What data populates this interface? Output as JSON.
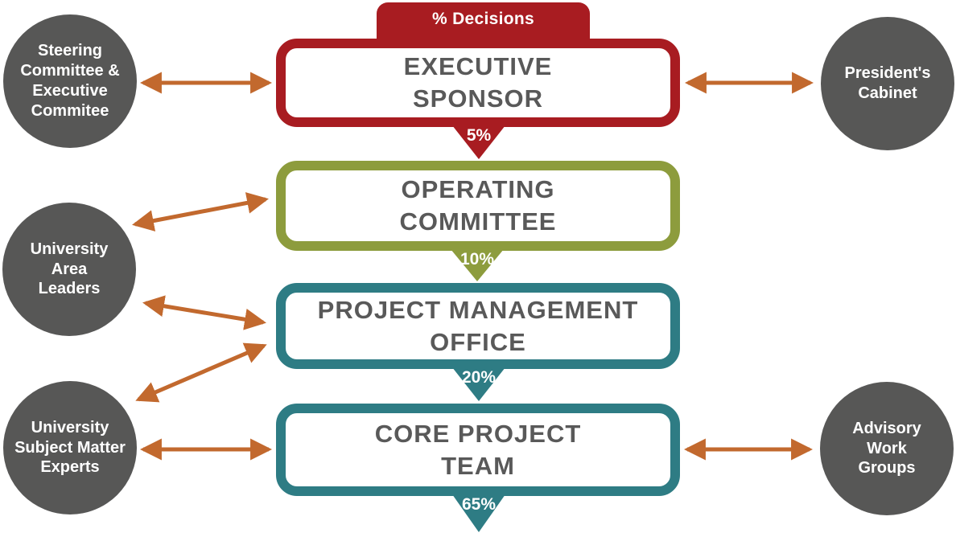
{
  "tab": {
    "label": "% Decisions"
  },
  "colors": {
    "red": "#A81C21",
    "green": "#8D9C3D",
    "teal": "#2E7C84",
    "orange": "#C2692E",
    "circle_gray": "#575756",
    "box_text": "#595959"
  },
  "tiers": [
    {
      "id": "executive-sponsor",
      "lines": [
        "EXECUTIVE",
        "SPONSOR"
      ],
      "percent": "5%",
      "color": "red"
    },
    {
      "id": "operating-committee",
      "lines": [
        "OPERATING",
        "COMMITTEE"
      ],
      "percent": "10%",
      "color": "green"
    },
    {
      "id": "project-management-office",
      "lines": [
        "PROJECT MANAGEMENT",
        "OFFICE"
      ],
      "percent": "20%",
      "color": "teal"
    },
    {
      "id": "core-project-team",
      "lines": [
        "CORE PROJECT",
        "TEAM"
      ],
      "percent": "65%",
      "color": "teal"
    }
  ],
  "circles": [
    {
      "id": "steering-committee-executive-commitee",
      "lines": [
        "Steering",
        "Committee &",
        "Executive",
        "Commitee"
      ]
    },
    {
      "id": "presidents-cabinet",
      "lines": [
        "President's",
        "Cabinet"
      ]
    },
    {
      "id": "university-area-leaders",
      "lines": [
        "University",
        "Area",
        "Leaders"
      ]
    },
    {
      "id": "university-subject-matter-experts",
      "lines": [
        "University",
        "Subject Matter",
        "Experts"
      ]
    },
    {
      "id": "advisory-work-groups",
      "lines": [
        "Advisory",
        "Work",
        "Groups"
      ]
    }
  ]
}
